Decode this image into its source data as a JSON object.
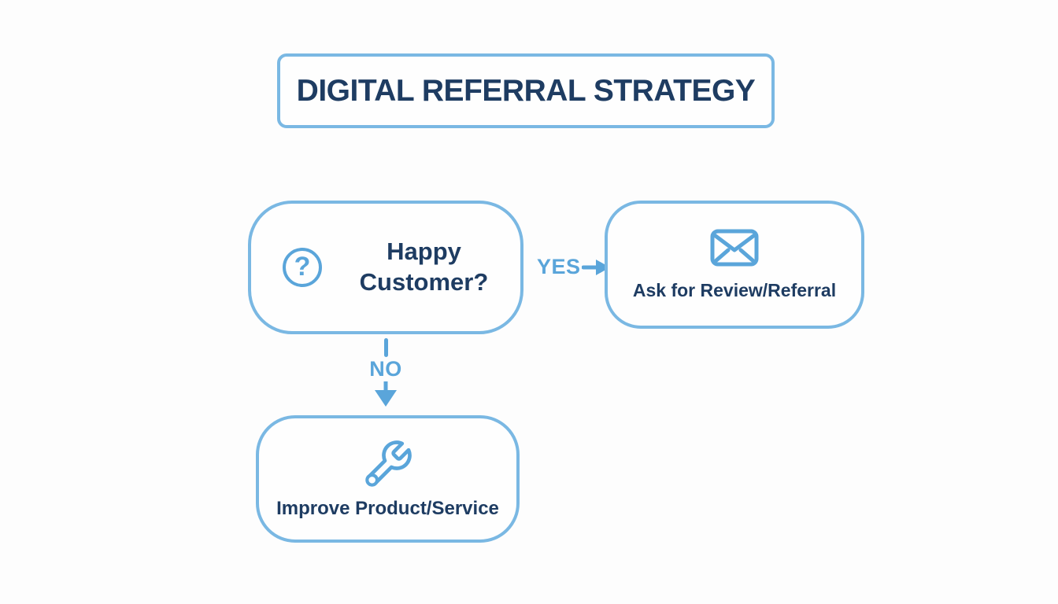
{
  "title": "DIGITAL REFERRAL STRATEGY",
  "colors": {
    "box_border_blue": "#7ab8e3",
    "icon_blue": "#5aa5da",
    "label_blue": "#5aa5da",
    "text_navy": "#1e3c62",
    "background": "#fdfdfd"
  },
  "nodes": {
    "happy_customer": {
      "label": "Happy Customer?",
      "icon": "question-circle-icon"
    },
    "ask_review": {
      "label": "Ask for Review/Referral",
      "icon": "envelope-icon"
    },
    "improve": {
      "label": "Improve Product/Service",
      "icon": "wrench-icon"
    }
  },
  "edges": {
    "yes": {
      "label": "YES",
      "direction": "right",
      "from": "happy_customer",
      "to": "ask_review"
    },
    "no": {
      "label": "NO",
      "direction": "down",
      "from": "happy_customer",
      "to": "improve"
    }
  },
  "icons": {
    "question_glyph": "?"
  }
}
